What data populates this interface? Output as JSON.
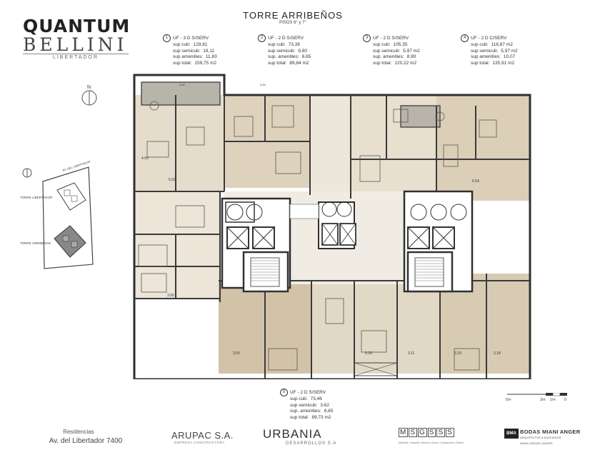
{
  "brand": {
    "line1": "QUANTUM",
    "line2": "BELLINI",
    "line3": "LIBERTADOR"
  },
  "header": {
    "title": "TORRE ARRIBEÑOS",
    "subtitle": "PISOS 6° y 7°"
  },
  "units": [
    {
      "num": "1",
      "name": "UF - 3 D S/SERV",
      "rows": [
        {
          "label": "sup cub:",
          "value": "129,81"
        },
        {
          "label": "sup semicub:",
          "value": "18,11"
        },
        {
          "label": "sup amenities:",
          "value": "11,83"
        },
        {
          "label": "sup total:",
          "value": "159,75 m2"
        }
      ]
    },
    {
      "num": "2",
      "name": "UF - 2 D S/SERV",
      "rows": [
        {
          "label": "sup cub:",
          "value": "73,39"
        },
        {
          "label": "sup semicub:",
          "value": "9,80"
        },
        {
          "label": "sup. amenities:",
          "value": "6,65"
        },
        {
          "label": "sup total:",
          "value": "89,84 m2"
        }
      ]
    },
    {
      "num": "3",
      "name": "UF - 2 D S/SERV",
      "rows": [
        {
          "label": "sup cub:",
          "value": "105,35"
        },
        {
          "label": "sup semicub:",
          "value": "5,97  m2"
        },
        {
          "label": "sup. amenities:",
          "value": "8,90"
        },
        {
          "label": "sup total:",
          "value": "120,22 m2"
        }
      ]
    },
    {
      "num": "4",
      "name": "UF - 2 D C/SERV",
      "rows": [
        {
          "label": "sup cub:",
          "value": "118,87 m2"
        },
        {
          "label": "sup semicub:",
          "value": "5,97 m2"
        },
        {
          "label": "sup amenities:",
          "value": "10,07"
        },
        {
          "label": "sup total:",
          "value": "135,91 m2"
        }
      ]
    },
    {
      "num": "5",
      "name": "UF - 2 D S/SERV",
      "rows": [
        {
          "label": "sup cub:",
          "value": "73,46"
        },
        {
          "label": "sup semicub:",
          "value": "3,62"
        },
        {
          "label": "sup. amenities:",
          "value": "6,65"
        },
        {
          "label": "sup total:",
          "value": "89,73 m2"
        }
      ]
    }
  ],
  "plan_labels": {
    "north": "N",
    "av": "AV. DEL LIBERTADOR",
    "torre_lib": "TORRE LIBERTADOR",
    "torre_arr": "TORRE ARRIBEÑOS",
    "dims": [
      "6.60",
      "4.00",
      "6.53",
      "6.54",
      "3.50",
      "3.00",
      "3.15",
      "3.11",
      "3.33",
      "3.18",
      "4.50"
    ]
  },
  "scale": {
    "left": "5m",
    "mid1": "2m",
    "mid2": "1m",
    "right": "0"
  },
  "footer": {
    "res_label": "Residencias",
    "address": "Av. del Libertador  7400",
    "arupac": "ARUPAC S.A.",
    "arupac_sub": "EMPRESA CONSTRUCTORA",
    "urbania": "URBANIA",
    "urbania_sub": "DESARROLLOS S.A",
    "msg_letters": [
      "M",
      "S",
      "G",
      "S",
      "S",
      "S"
    ],
    "msg_sub": "Mariante | Sánchez Viñuela | Gómez | Salsamendi | Stoker",
    "bma_box": "BMA",
    "bma": "BODAS MIANI ANGER",
    "bma_s1": "ARQUITECTOS & ASOCIADOS",
    "bma_s2": "MIANI | BODAS | ANGER"
  },
  "colors": {
    "wall": "#3a3a3a",
    "tan": "#d8cbb5",
    "light": "#ece4d6",
    "dark_tan": "#c9b99e",
    "grey": "#9a9a9a"
  }
}
